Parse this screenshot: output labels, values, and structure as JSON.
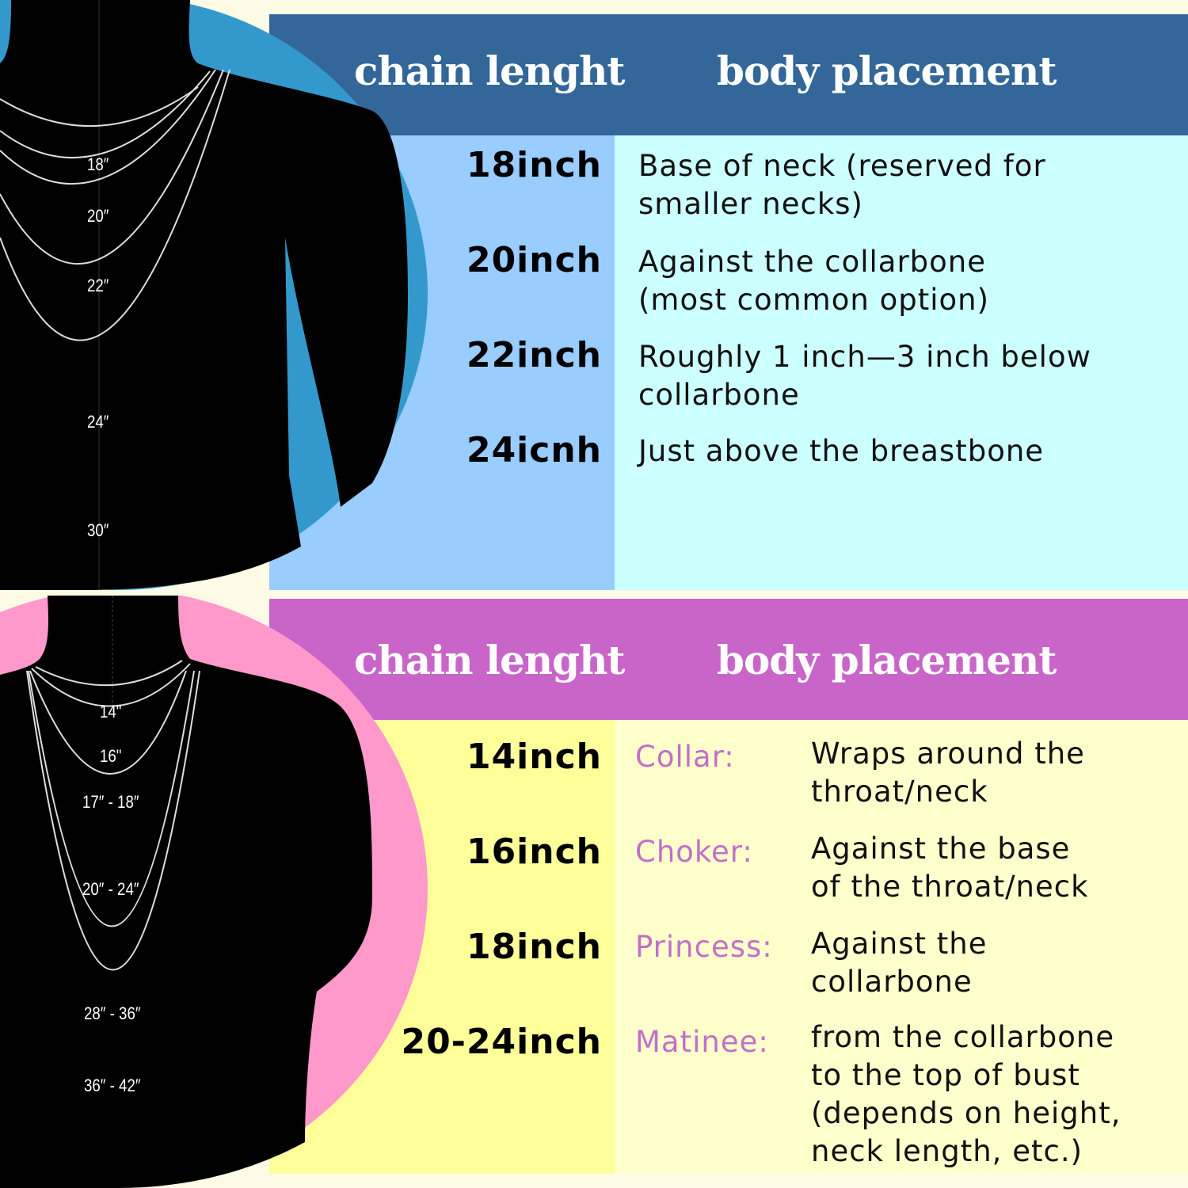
{
  "colors": {
    "top_header": "#336699",
    "top_left_col": "#99ccff",
    "top_right_col": "#ccffff",
    "top_circle": "#3399cc",
    "bottom_header": "#c965c9",
    "bottom_left_col": "#ffff99",
    "bottom_right_col": "#ffffcc",
    "bottom_circle": "#ff99cc",
    "category_text": "#c070c8",
    "background": "#fdfbe6"
  },
  "top_section": {
    "header": {
      "chain_length": "chain lenght",
      "body_placement": "body placement"
    },
    "figure_labels": [
      "18″",
      "20″",
      "22″",
      "24″",
      "30″"
    ],
    "rows": [
      {
        "length": "18inch",
        "placement": "Base of neck (reserved for\nsmaller necks)"
      },
      {
        "length": "20inch",
        "placement": "Against the collarbone\n(most common option)"
      },
      {
        "length": "22inch",
        "placement": "Roughly 1 inch—3 inch below\ncollarbone"
      },
      {
        "length": "24icnh",
        "placement": "Just above the breastbone"
      }
    ]
  },
  "bottom_section": {
    "header": {
      "chain_length": "chain lenght",
      "body_placement": "body placement"
    },
    "figure_labels": [
      "14\"",
      "16\"",
      "17″ - 18″",
      "20″ - 24″",
      "28″ - 36″",
      "36″ - 42″"
    ],
    "rows": [
      {
        "length": "14inch",
        "category": "Collar:",
        "placement": "Wraps around the\nthroat/neck"
      },
      {
        "length": "16inch",
        "category": "Choker:",
        "placement": "Against the base\nof the throat/neck"
      },
      {
        "length": "18inch",
        "category": "Princess:",
        "placement": "Against the\ncollarbone"
      },
      {
        "length": "20-24inch",
        "category": "Matinee:",
        "placement": "from the collarbone\nto the top of bust\n(depends on height,\nneck length, etc.)"
      }
    ]
  }
}
